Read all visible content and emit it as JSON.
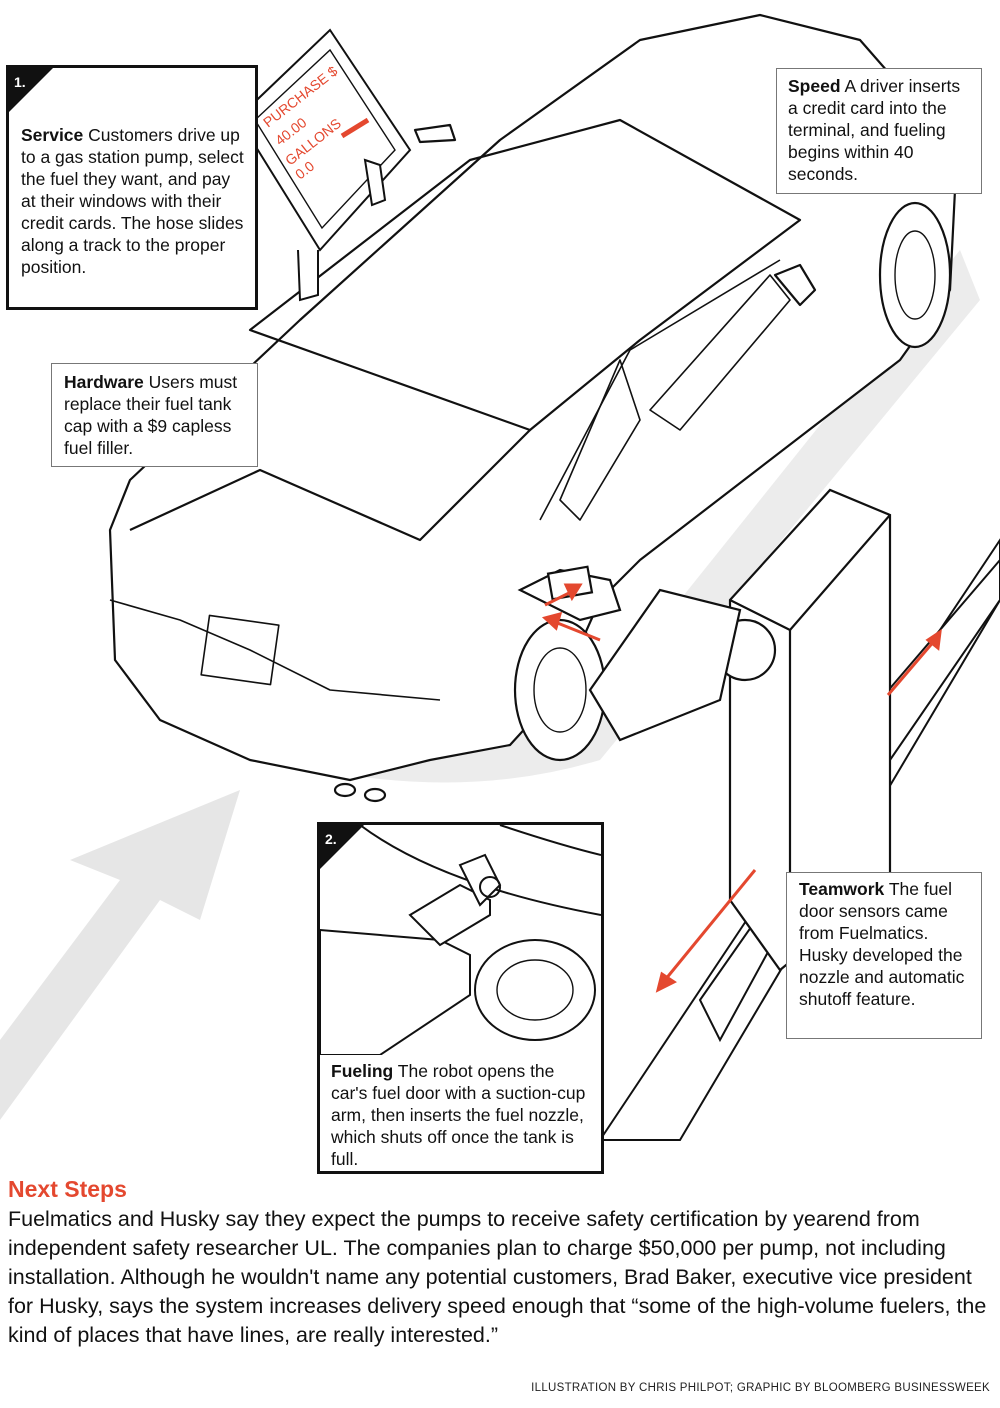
{
  "callouts": {
    "service": {
      "number": "1.",
      "title": "Service",
      "text": "Customers drive up to a gas station pump, select the fuel they want, and pay at their windows with their credit cards. The hose slides along a track to the proper position."
    },
    "speed": {
      "title": "Speed",
      "text": "A driver inserts a credit card into the terminal, and fueling begins within 40 seconds."
    },
    "hardware": {
      "title": "Hardware",
      "text": "Users must replace their fuel tank cap with a $9 capless fuel filler."
    },
    "fueling": {
      "number": "2.",
      "title": "Fueling",
      "text": "The robot opens the car's fuel door with a suction-cup arm, then inserts the fuel nozzle, which shuts off once the tank is full."
    },
    "teamwork": {
      "title": "Teamwork",
      "text": "The fuel door sensors came from Fuelmatics. Husky developed the nozzle and automatic shutoff feature."
    }
  },
  "terminal_screen": {
    "line1": "PURCHASE $",
    "line2": "40.00",
    "line3": "GALLONS",
    "line4": "0.0"
  },
  "next_steps": {
    "heading": "Next Steps",
    "body": "Fuelmatics and Husky say they expect the pumps to receive safety certification by yearend from independent safety researcher UL. The companies plan to charge $50,000 per pump, not including installation. Although he wouldn't name any potential customers, Brad Baker, executive vice president for Husky, says the system increases delivery speed enough that “some of the high-volume fuelers, the kind of places that have lines, are really interested.”"
  },
  "credit": "ILLUSTRATION BY CHRIS PHILPOT; GRAPHIC BY BLOOMBERG BUSINESSWEEK",
  "colors": {
    "accent": "#e4482f",
    "arrow_gray": "#e6e6e6",
    "line": "#111111"
  }
}
